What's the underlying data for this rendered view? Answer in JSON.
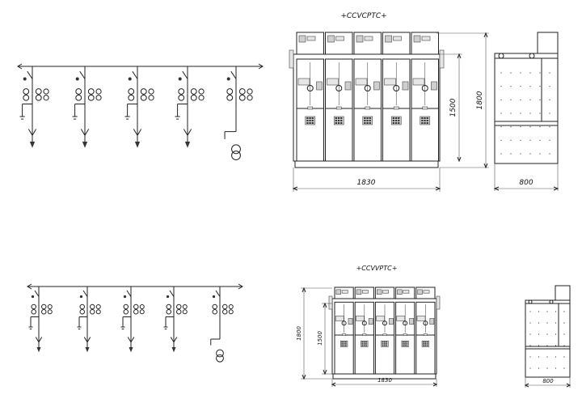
{
  "top": {
    "title": "+CCVCPTC+",
    "front_width": "1830",
    "front_height_outer": "1800",
    "front_height_inner": "1500",
    "side_width": "800"
  },
  "bottom": {
    "title": "+CCVVPTC+",
    "front_width": "1830",
    "front_height_outer": "1800",
    "front_height_inner": "1500",
    "side_width": "800"
  }
}
